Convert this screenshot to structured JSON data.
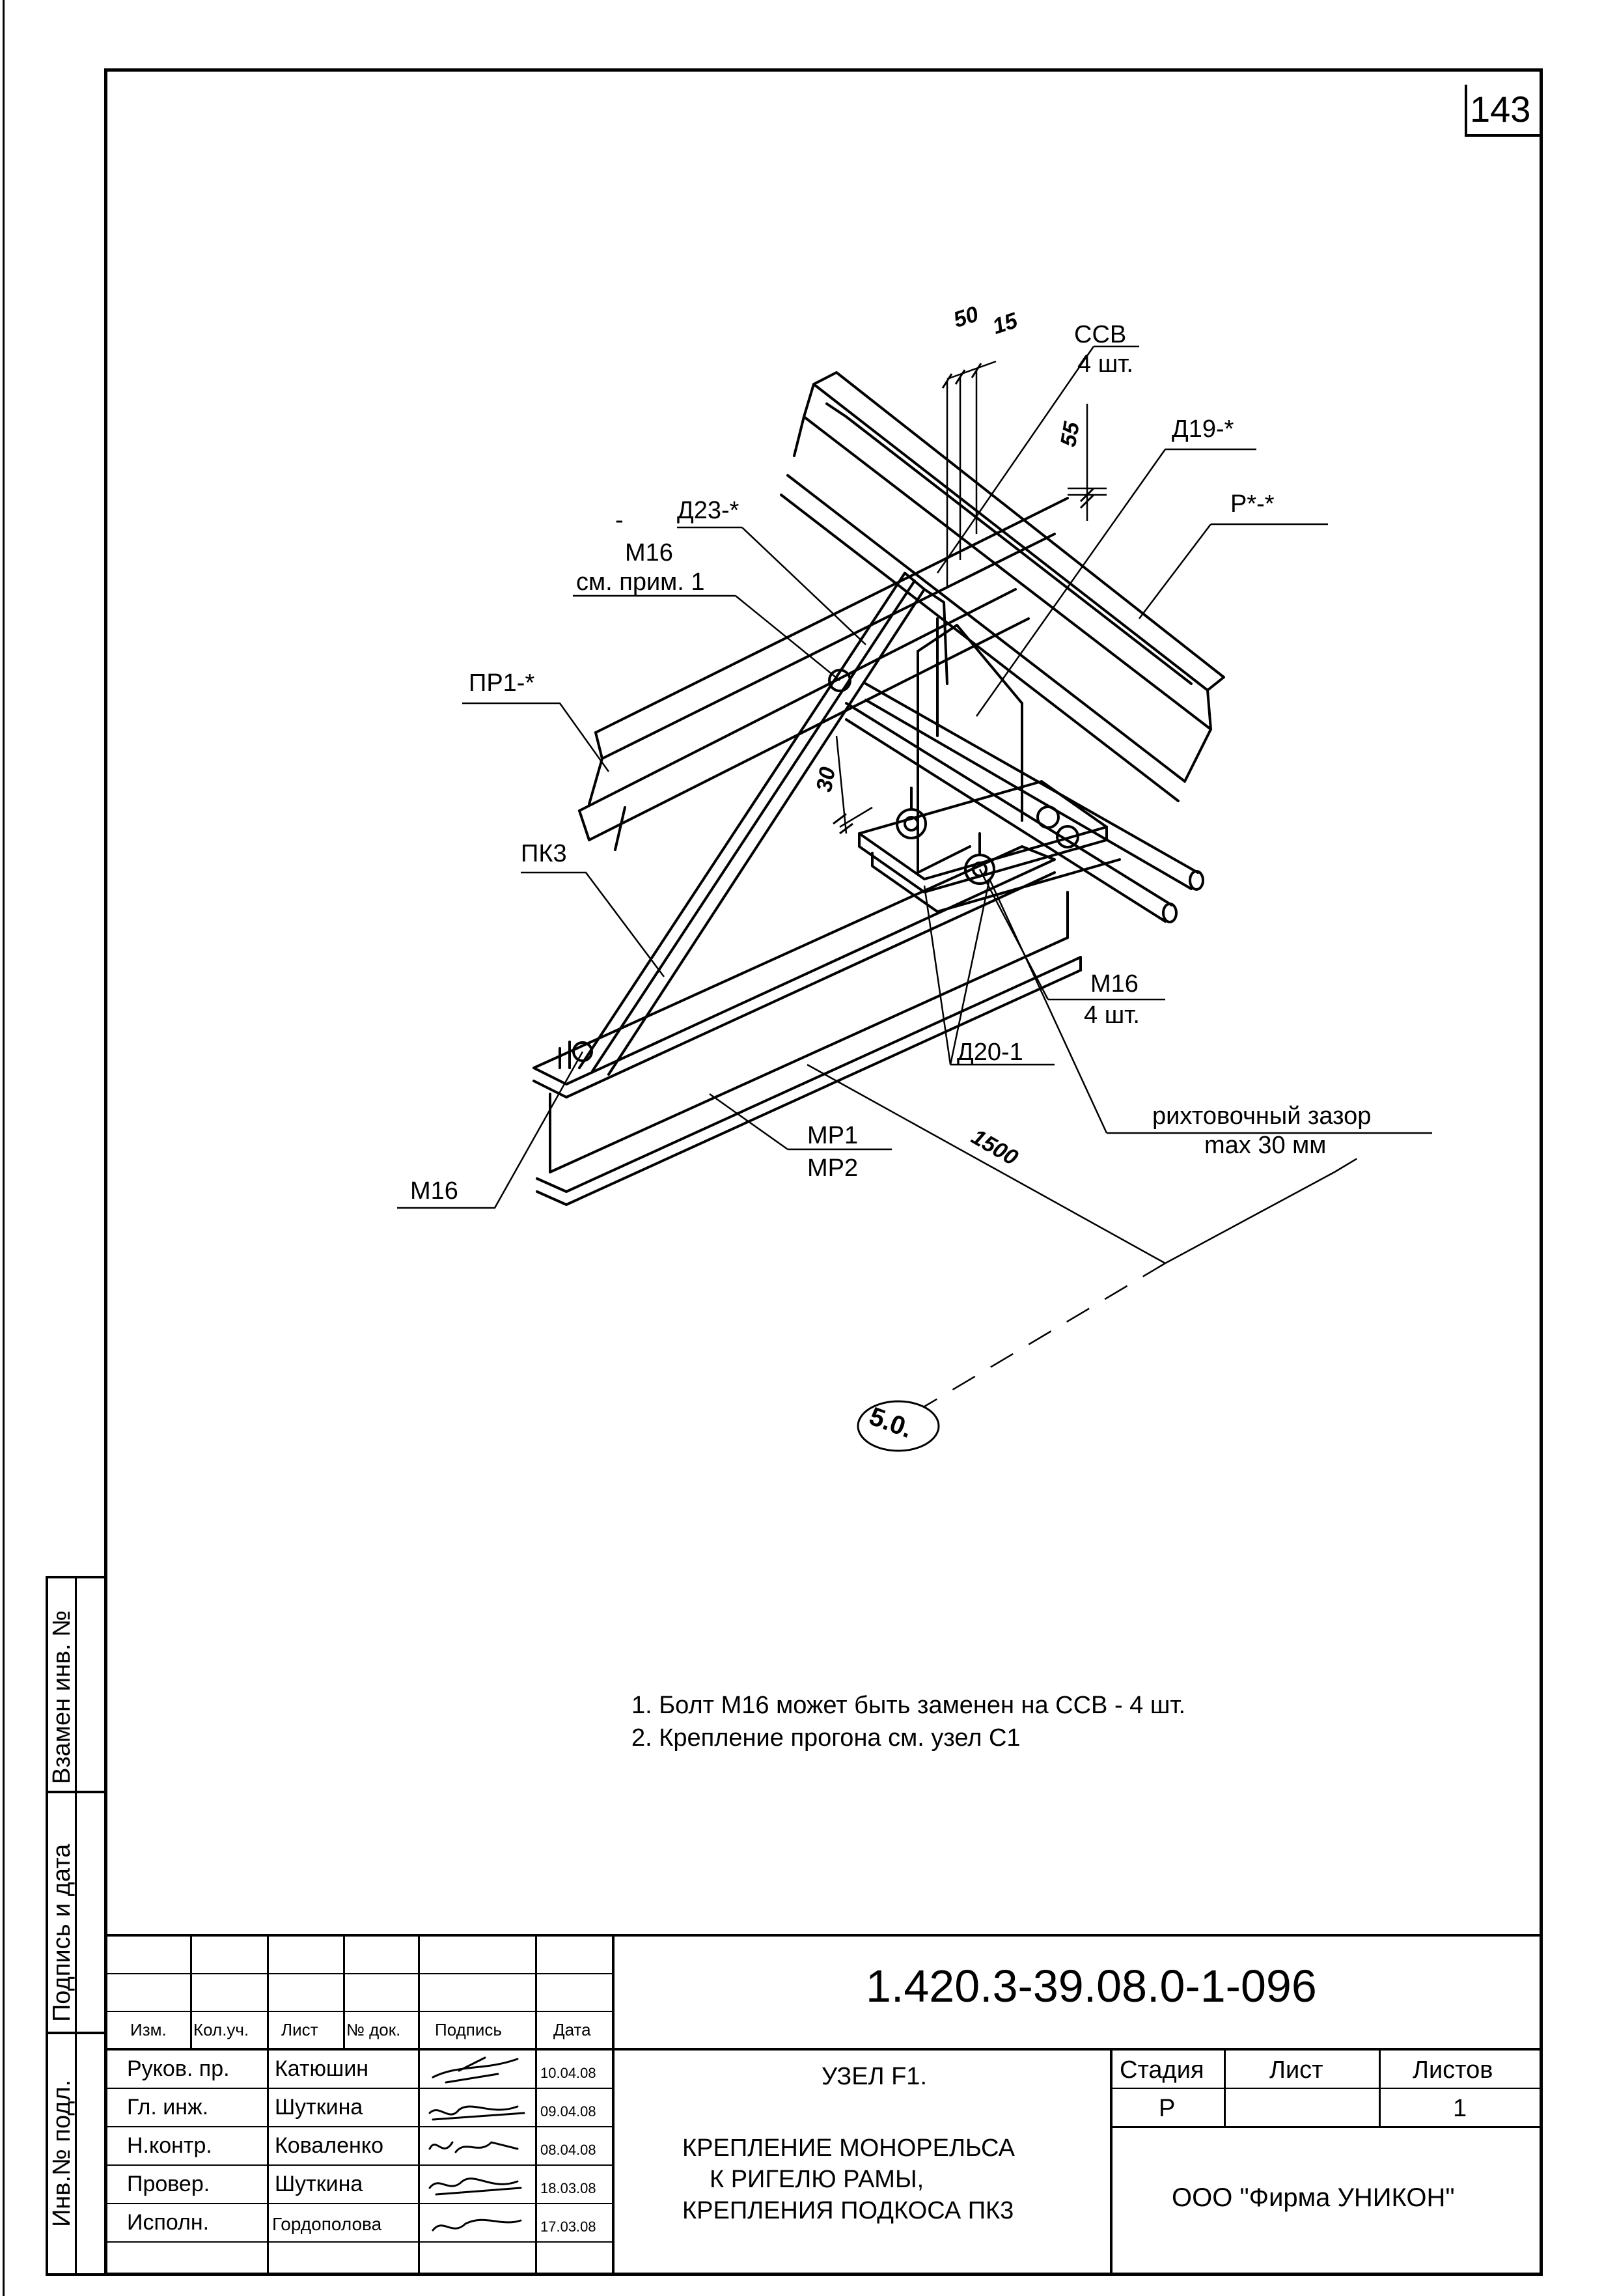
{
  "sheet_number": "143",
  "labels": {
    "ssv": "ССВ",
    "ssv_qty": "4 шт.",
    "d19": "Д19-*",
    "p": "Р*-*",
    "d23": "Д23-*",
    "dash": "-",
    "m16_top": "М16",
    "see_note": "см. прим. 1",
    "pr1": "ПР1-*",
    "pk3": "ПК3",
    "m16_bolts": "М16",
    "m16_bolts_qty": "4 шт.",
    "d20": "Д20-1",
    "gap_1": "рихтовочный зазор",
    "gap_2": "max 30 мм",
    "mr1": "МР1",
    "mr2": "МР2",
    "m16_bottom": "М16",
    "axis": "5.0."
  },
  "dimensions": {
    "d50": "50",
    "d15": "15",
    "d55": "55",
    "d30": "30",
    "d1500": "1500"
  },
  "notes": [
    "1. Болт М16  может быть заменен на ССВ - 4 шт.",
    "2. Крепление прогона см. узел С1"
  ],
  "side_stamps": {
    "vzamen": "Взамен инв. №",
    "podpis": "Подпись и дата",
    "inv": "Инв.№ подл."
  },
  "title_block": {
    "doc_code": "1.420.3-39.08.0-1-096",
    "headers": [
      "Изм.",
      "Кол.уч.",
      "Лист",
      "№ док.",
      "Подпись",
      "Дата"
    ],
    "rows": [
      {
        "role": "Руков. пр.",
        "name": "Катюшин",
        "date": "10.04.08"
      },
      {
        "role": "Гл. инж.",
        "name": "Шуткина",
        "date": "09.04.08"
      },
      {
        "role": "Н.контр.",
        "name": "Коваленко",
        "date": "08.04.08"
      },
      {
        "role": "Провер.",
        "name": "Шуткина",
        "date": "18.03.08"
      },
      {
        "role": "Исполн.",
        "name": "Гордополова",
        "date": "17.03.08"
      }
    ],
    "title_1": "УЗЕЛ F1.",
    "title_2": "КРЕПЛЕНИЕ МОНОРЕЛЬСА",
    "title_3": "К РИГЕЛЮ РАМЫ,",
    "title_4": "КРЕПЛЕНИЯ ПОДКОСА ПК3",
    "stage_header": "Стадия",
    "sheet_header": "Лист",
    "sheets_header": "Листов",
    "stage": "Р",
    "sheet": "",
    "sheets": "1",
    "company": "ООО \"Фирма УНИКОН\""
  }
}
